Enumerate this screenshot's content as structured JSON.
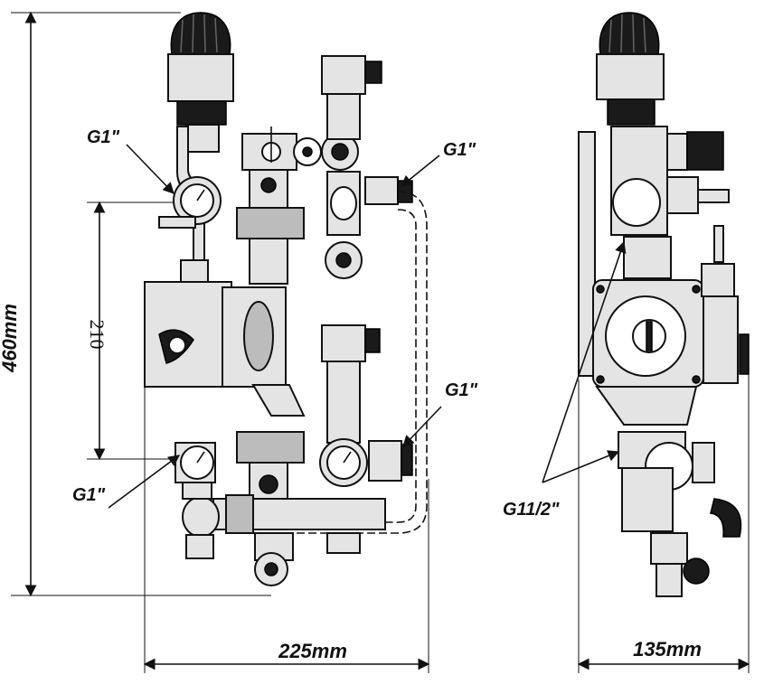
{
  "labels": {
    "front_top_left": "G1\"",
    "front_top_right": "G1\"",
    "front_mid_right": "G1\"",
    "front_bottom_left": "G1\"",
    "side_connection": "G11/2\""
  },
  "dimensions": {
    "height": "460mm",
    "spacing": "210",
    "front_width": "225mm",
    "side_width": "135mm"
  }
}
